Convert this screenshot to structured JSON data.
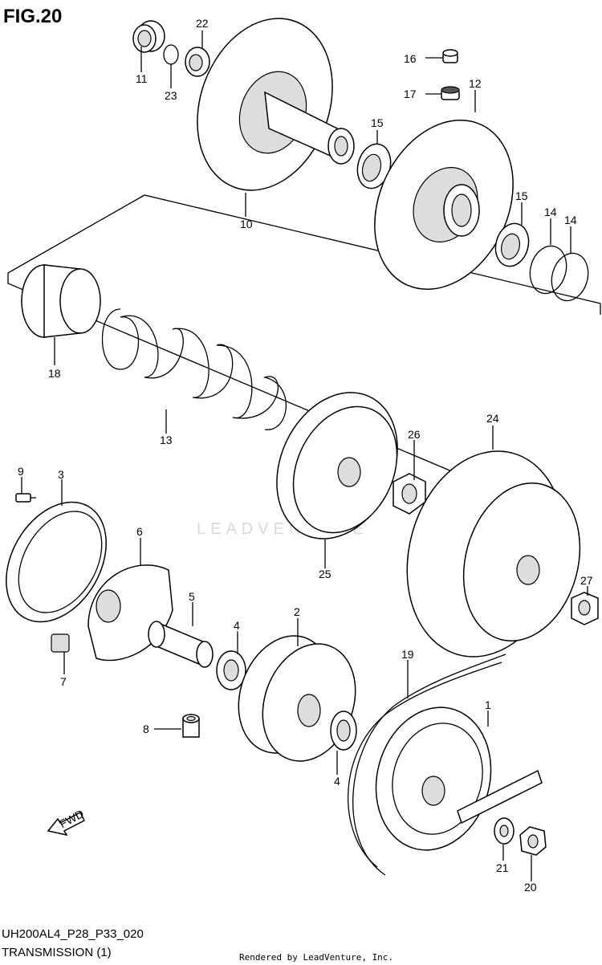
{
  "figure": {
    "title": "FIG.20",
    "code": "UH200AL4_P28_P33_020",
    "caption": "TRANSMISSION (1)",
    "credit": "Rendered by LeadVenture, Inc.",
    "watermark": "LEADVENTURE",
    "fwd_label": "FWD"
  },
  "callouts": [
    {
      "id": "c11",
      "text": "11"
    },
    {
      "id": "c22",
      "text": "22"
    },
    {
      "id": "c23",
      "text": "23"
    },
    {
      "id": "c10",
      "text": "10"
    },
    {
      "id": "c16",
      "text": "16"
    },
    {
      "id": "c17",
      "text": "17"
    },
    {
      "id": "c12",
      "text": "12"
    },
    {
      "id": "c15a",
      "text": "15"
    },
    {
      "id": "c15b",
      "text": "15"
    },
    {
      "id": "c14a",
      "text": "14"
    },
    {
      "id": "c14b",
      "text": "14"
    },
    {
      "id": "c18",
      "text": "18"
    },
    {
      "id": "c13",
      "text": "13"
    },
    {
      "id": "c26",
      "text": "26"
    },
    {
      "id": "c24",
      "text": "24"
    },
    {
      "id": "c25",
      "text": "25"
    },
    {
      "id": "c9",
      "text": "9"
    },
    {
      "id": "c3",
      "text": "3"
    },
    {
      "id": "c6",
      "text": "6"
    },
    {
      "id": "c5",
      "text": "5"
    },
    {
      "id": "c27",
      "text": "27"
    },
    {
      "id": "c4a",
      "text": "4"
    },
    {
      "id": "c2",
      "text": "2"
    },
    {
      "id": "c7",
      "text": "7"
    },
    {
      "id": "c19",
      "text": "19"
    },
    {
      "id": "c1",
      "text": "1"
    },
    {
      "id": "c8",
      "text": "8"
    },
    {
      "id": "c4b",
      "text": "4"
    },
    {
      "id": "c21",
      "text": "21"
    },
    {
      "id": "c20",
      "text": "20"
    }
  ]
}
